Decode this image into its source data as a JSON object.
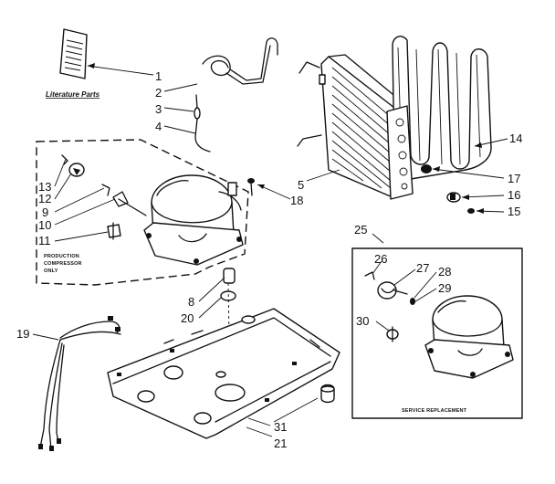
{
  "callouts": {
    "c1": "1",
    "c2": "2",
    "c3": "3",
    "c4": "4",
    "c5": "5",
    "c8": "8",
    "c9": "9",
    "c10": "10",
    "c11": "11",
    "c12": "12",
    "c13": "13",
    "c14": "14",
    "c15": "15",
    "c16": "16",
    "c17": "17",
    "c18": "18",
    "c19": "19",
    "c20": "20",
    "c21": "21",
    "c25": "25",
    "c26": "26",
    "c27": "27",
    "c28": "28",
    "c29": "29",
    "c30": "30",
    "c31": "31"
  },
  "captions": {
    "literature": "Literature Parts",
    "production_line1": "PRODUCTION",
    "production_line2": "COMPRESSOR",
    "production_line3": "ONLY",
    "service": "SERVICE REPLACEMENT"
  }
}
